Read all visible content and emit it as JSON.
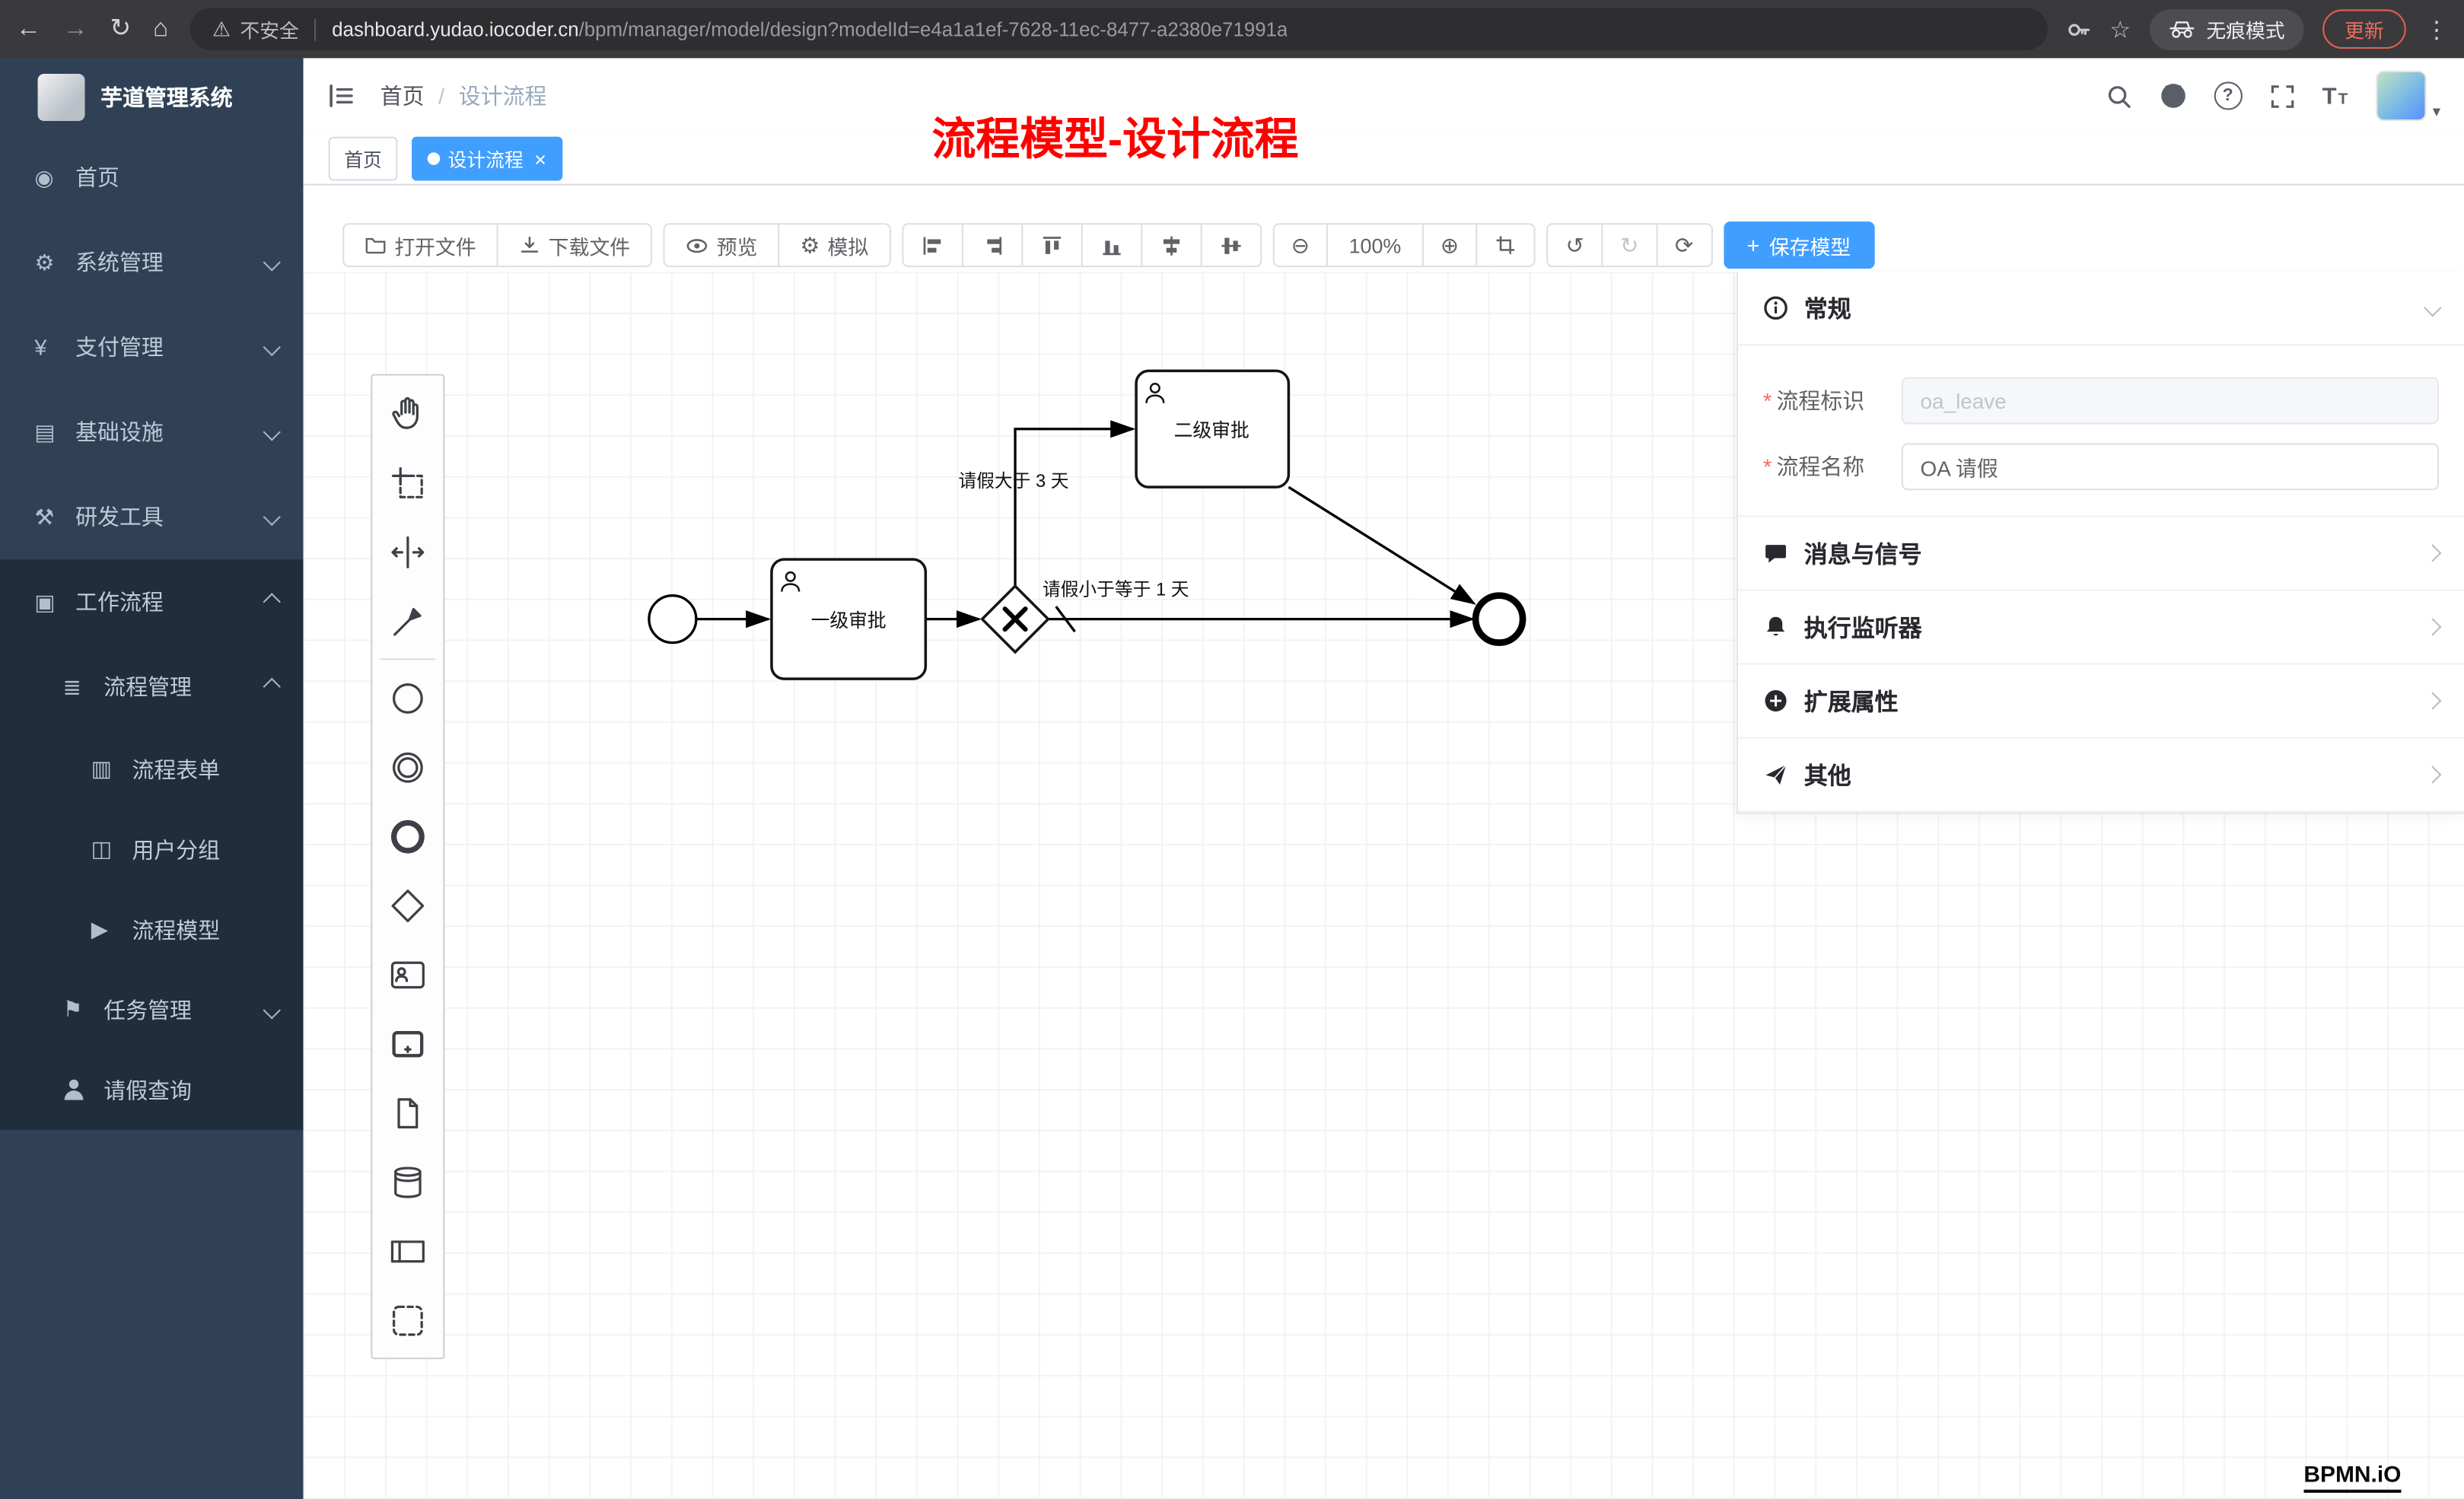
{
  "browser": {
    "security_label": "不安全",
    "url_domain": "dashboard.yudao.iocoder.cn",
    "url_path": "/bpm/manager/model/design?modelId=e4a1a1ef-7628-11ec-8477-a2380e71991a",
    "incognito_label": "无痕模式",
    "update_label": "更新"
  },
  "sidebar": {
    "app_title": "芋道管理系统",
    "items": [
      {
        "label": "首页",
        "icon": "home-icon"
      },
      {
        "label": "系统管理",
        "icon": "gear-icon"
      },
      {
        "label": "支付管理",
        "icon": "yen-icon"
      },
      {
        "label": "基础设施",
        "icon": "infrastructure-icon"
      },
      {
        "label": "研发工具",
        "icon": "devtools-icon"
      },
      {
        "label": "工作流程",
        "icon": "workflow-icon"
      },
      {
        "label": "流程管理",
        "icon": "process-manage-icon"
      },
      {
        "label": "流程表单",
        "icon": "form-icon"
      },
      {
        "label": "用户分组",
        "icon": "user-group-icon"
      },
      {
        "label": "流程模型",
        "icon": "process-model-icon"
      },
      {
        "label": "任务管理",
        "icon": "task-manage-icon"
      },
      {
        "label": "请假查询",
        "icon": "person-icon"
      }
    ]
  },
  "navbar": {
    "breadcrumb_home": "首页",
    "breadcrumb_sep": "/",
    "breadcrumb_current": "设计流程",
    "annotation": "流程模型-设计流程"
  },
  "tags": {
    "tab_home": "首页",
    "tab_active": "设计流程",
    "close": "×"
  },
  "toolbar": {
    "open": "打开文件",
    "download": "下载文件",
    "preview": "预览",
    "simulate": "模拟",
    "zoom": "100%",
    "save": "保存模型"
  },
  "diagram": {
    "task_level1": "一级审批",
    "task_level2": "二级审批",
    "flow_gt3": "请假大于 3 天",
    "flow_le1": "请假小于等于 1 天"
  },
  "properties": {
    "section_general": "常规",
    "required_mark": "*",
    "field_key_label": "流程标识",
    "field_key_value": "oa_leave",
    "field_name_label": "流程名称",
    "field_name_value": "OA 请假",
    "section_message": "消息与信号",
    "section_listener": "执行监听器",
    "section_ext": "扩展属性",
    "section_other": "其他"
  },
  "watermark": "BPMN.iO"
}
